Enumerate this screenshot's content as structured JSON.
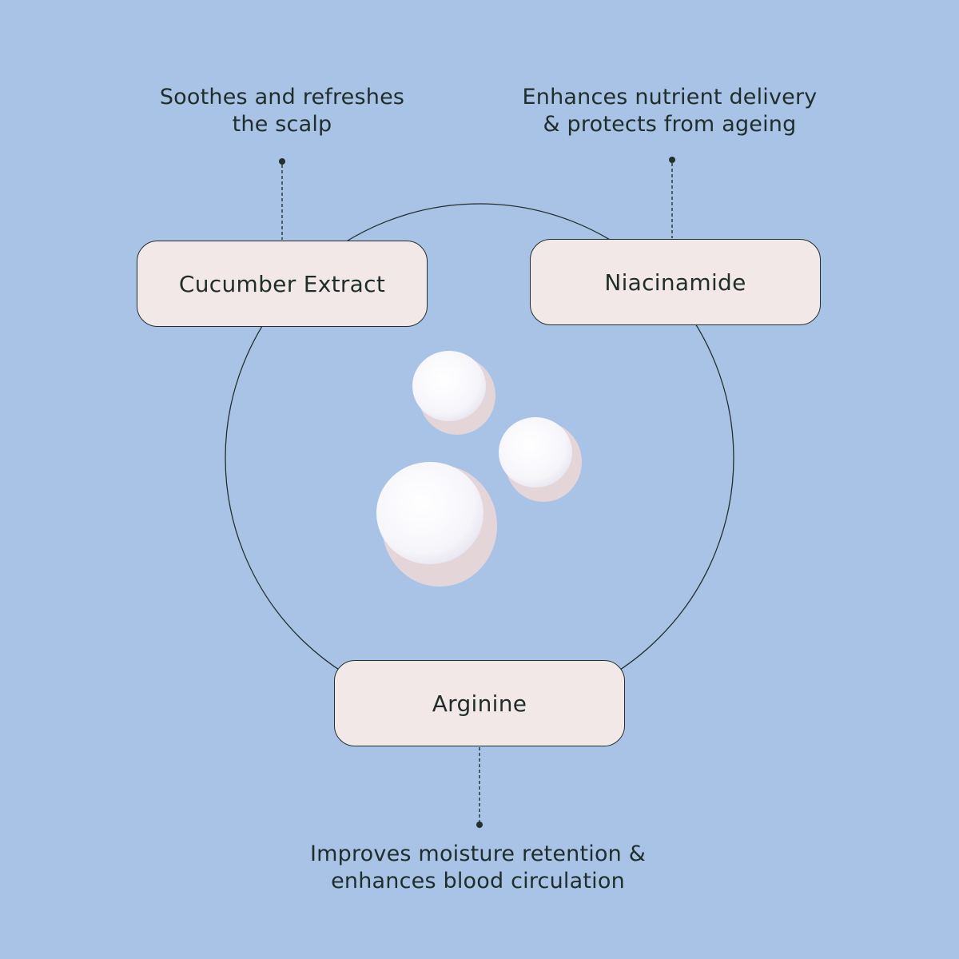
{
  "colors": {
    "background": "#a8c3e6",
    "box_fill": "#f3e8e8",
    "line": "#23302c",
    "text": "#1f2e2a",
    "pill": "#f8f8fb",
    "pill_shadow": "#e4d6d8"
  },
  "ingredients": [
    {
      "name": "Cucumber Extract",
      "benefit": [
        "Soothes and refreshes",
        "the scalp"
      ]
    },
    {
      "name": "Niacinamide",
      "benefit": [
        "Enhances nutrient delivery",
        "& protects from ageing"
      ]
    },
    {
      "name": "Arginine",
      "benefit": [
        "Improves moisture retention &",
        "enhances blood circulation"
      ]
    }
  ]
}
